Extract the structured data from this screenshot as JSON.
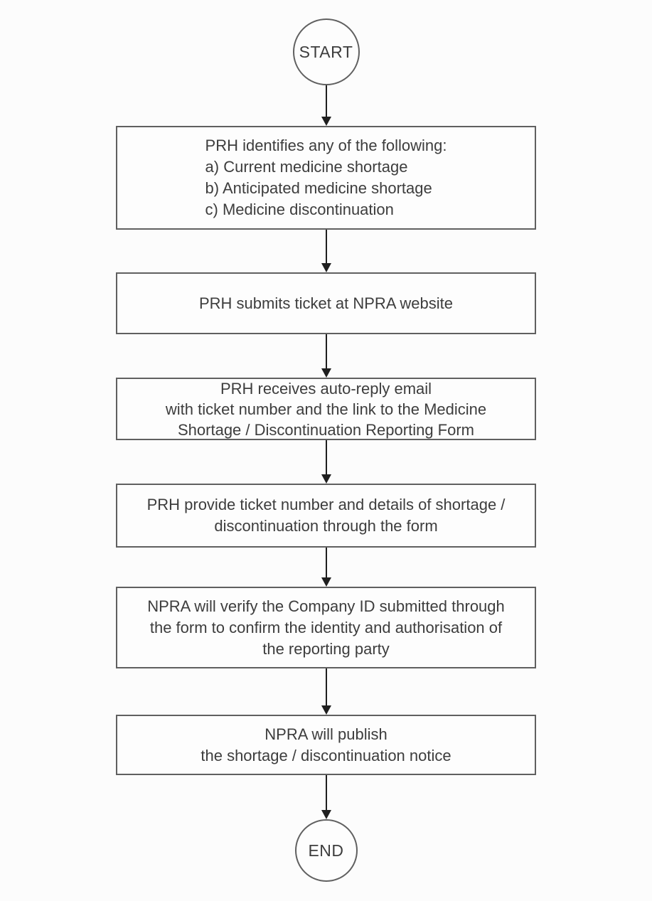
{
  "diagram": {
    "start_label": "START",
    "end_label": "END",
    "steps": [
      {
        "lines": [
          "PRH identifies any of the following:",
          "a) Current medicine shortage",
          "b) Anticipated medicine shortage",
          "c) Medicine discontinuation"
        ]
      },
      {
        "lines": [
          "PRH submits ticket at NPRA website"
        ]
      },
      {
        "lines": [
          "PRH receives auto-reply email",
          "with ticket number and the link to the Medicine",
          "Shortage / Discontinuation Reporting Form"
        ]
      },
      {
        "lines": [
          "PRH provide ticket number and details of shortage /",
          "discontinuation through the form"
        ]
      },
      {
        "lines": [
          "NPRA will verify the Company ID submitted through",
          "the form to confirm the identity and authorisation of",
          "the reporting party"
        ]
      },
      {
        "lines": [
          "NPRA will publish",
          "the shortage / discontinuation notice"
        ]
      }
    ],
    "colors": {
      "box-border": "#606060",
      "text": "#3d3d3d",
      "arrow": "#1f1f1f",
      "page-bg": "#fcfcfc",
      "box-bg": "#fdfdfd"
    }
  }
}
